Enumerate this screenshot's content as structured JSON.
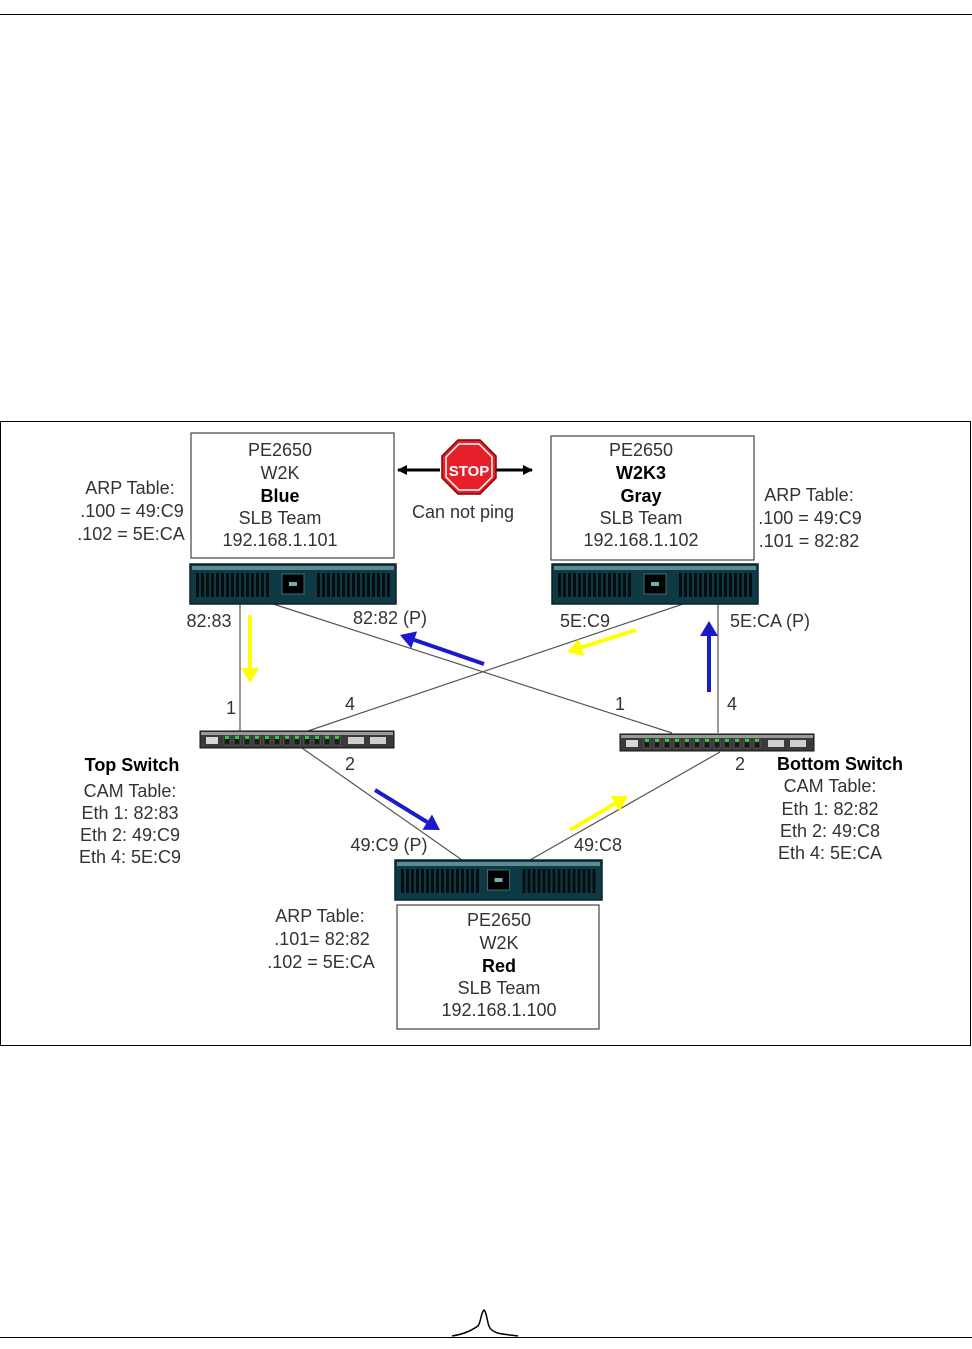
{
  "colors": {
    "yellow_arrow": "#ffff00",
    "blue_arrow": "#1a1acc",
    "server_teal": "#0e3a44",
    "stop_red": "#e5202a"
  },
  "icons": [
    "stop-sign-icon",
    "server-chassis-icon",
    "network-switch-icon",
    "logo-mark-icon"
  ],
  "stop": {
    "sign": "STOP",
    "caption": "Can not ping"
  },
  "servers": {
    "blue": {
      "lines": [
        "PE2650",
        "W2K",
        "Blue",
        "SLB Team",
        "192.168.1.101"
      ],
      "arp": [
        "ARP Table:",
        ".100 = 49:C9",
        ".102 = 5E:CA"
      ]
    },
    "gray": {
      "lines": [
        "PE2650",
        "W2K3",
        "Gray",
        "SLB Team",
        "192.168.1.102"
      ],
      "arp": [
        "ARP Table:",
        ".100 = 49:C9",
        ".101 = 82:82"
      ]
    },
    "red": {
      "lines": [
        "PE2650",
        "W2K",
        "Red",
        "SLB Team",
        "192.168.1.100"
      ],
      "arp": [
        "ARP Table:",
        ".101= 82:82",
        ".102 = 5E:CA"
      ]
    }
  },
  "ports": {
    "blue_left": "82:83",
    "blue_right": "82:82 (P)",
    "gray_left": "5E:C9",
    "gray_right": "5E:CA (P)",
    "red_left": "49:C9 (P)",
    "red_right": "49:C8"
  },
  "switch_ports": {
    "top_1": "1",
    "top_4": "4",
    "top_2": "2",
    "bottom_1": "1",
    "bottom_4": "4",
    "bottom_2": "2"
  },
  "switches": {
    "top": {
      "name": "Top Switch",
      "table": [
        "CAM Table:",
        "Eth 1: 82:83",
        "Eth 2: 49:C9",
        "Eth 4: 5E:C9"
      ]
    },
    "bottom": {
      "name": "Bottom Switch",
      "table": [
        "CAM Table:",
        "Eth 1: 82:82",
        "Eth 2: 49:C8",
        "Eth 4: 5E:CA"
      ]
    }
  }
}
